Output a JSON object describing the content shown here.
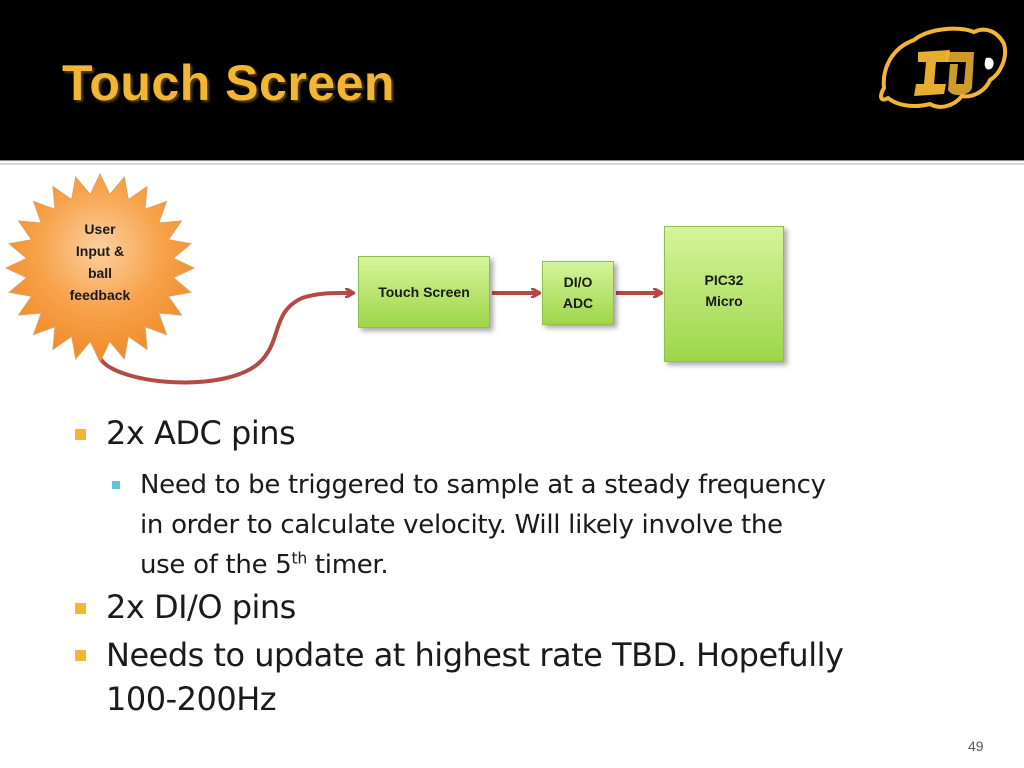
{
  "slide": {
    "title": "Touch Screen",
    "page_number": "49"
  },
  "diagram": {
    "burst": {
      "lines": [
        "User",
        "Input &",
        "ball",
        "feedback"
      ]
    },
    "nodes": {
      "touch_screen": "Touch Screen",
      "dio_adc_line1": "DI/O",
      "dio_adc_line2": "ADC",
      "pic32_line1": "PIC32",
      "pic32_line2": "Micro"
    },
    "colors": {
      "burst_fill": "#f59a3c",
      "box_fill": "#b5e36a",
      "arrow": "#b24a45",
      "title": "#f2b632"
    }
  },
  "bullets": {
    "item1": "2x ADC pins",
    "sub1_line1": "Need to be triggered to sample at a steady frequency",
    "sub1_line2": "in order to calculate velocity.  Will likely involve the",
    "sub1_line3_pre": "use of the 5",
    "sub1_line3_sup": "th",
    "sub1_line3_post": " timer.",
    "item2": "2x DI/O pins",
    "item3_line1": "Needs to update at highest rate TBD.  Hopefully",
    "item3_line2": "100-200Hz"
  }
}
